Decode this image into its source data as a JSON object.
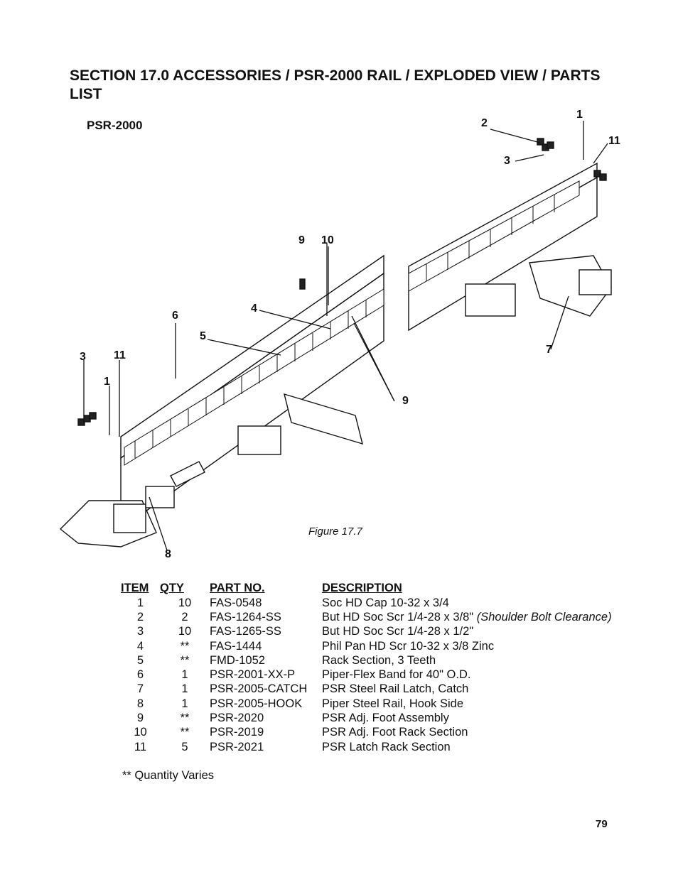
{
  "section_title": "SECTION 17.0 ACCESSORIES / PSR-2000 RAIL / EXPLODED VIEW / PARTS LIST",
  "model_label": "PSR-2000",
  "figure_caption": "Figure 17.7",
  "callouts": {
    "c1a": "1",
    "c2": "2",
    "c3a": "3",
    "c11a": "11",
    "c9a": "9",
    "c10": "10",
    "c6": "6",
    "c4": "4",
    "c5": "5",
    "c3b": "3",
    "c11b": "11",
    "c1b": "1",
    "c7": "7",
    "c9b": "9",
    "c8": "8"
  },
  "table": {
    "headers": {
      "item": "ITEM",
      "qty": "QTY",
      "part": "PART NO.",
      "desc": "DESCRIPTION"
    },
    "rows": [
      {
        "item": "1",
        "qty": "10",
        "part": "FAS-0548",
        "desc": "Soc HD Cap 10-32 x 3/4",
        "note": ""
      },
      {
        "item": "2",
        "qty": "2",
        "part": "FAS-1264-SS",
        "desc": "But HD Soc Scr 1/4-28 x 3/8\"",
        "note": "(Shoulder Bolt Clearance)"
      },
      {
        "item": "3",
        "qty": "10",
        "part": "FAS-1265-SS",
        "desc": "But HD Soc Scr 1/4-28 x 1/2\"",
        "note": ""
      },
      {
        "item": "4",
        "qty": "**",
        "part": "FAS-1444",
        "desc": "Phil Pan HD Scr 10-32 x 3/8 Zinc",
        "note": ""
      },
      {
        "item": "5",
        "qty": "**",
        "part": "FMD-1052",
        "desc": "Rack Section, 3 Teeth",
        "note": ""
      },
      {
        "item": "6",
        "qty": "1",
        "part": "PSR-2001-XX-P",
        "desc": "Piper-Flex Band for 40\" O.D.",
        "note": ""
      },
      {
        "item": "7",
        "qty": "1",
        "part": "PSR-2005-CATCH",
        "desc": "PSR Steel Rail Latch, Catch",
        "note": ""
      },
      {
        "item": "8",
        "qty": "1",
        "part": "PSR-2005-HOOK",
        "desc": "Piper Steel Rail, Hook Side",
        "note": ""
      },
      {
        "item": "9",
        "qty": "**",
        "part": "PSR-2020",
        "desc": "PSR Adj. Foot Assembly",
        "note": ""
      },
      {
        "item": "10",
        "qty": "**",
        "part": "PSR-2019",
        "desc": "PSR Adj. Foot Rack Section",
        "note": ""
      },
      {
        "item": "11",
        "qty": "5",
        "part": "PSR-2021",
        "desc": "PSR Latch Rack Section",
        "note": ""
      }
    ]
  },
  "footnote": "** Quantity Varies",
  "page_number": "79"
}
